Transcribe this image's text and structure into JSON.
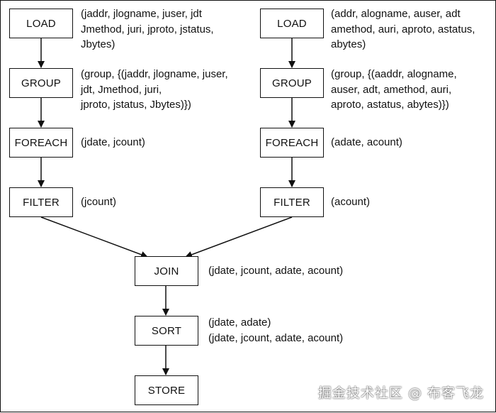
{
  "nodes": {
    "load_left": "LOAD",
    "group_left": "GROUP",
    "foreach_left": "FOREACH",
    "filter_left": "FILTER",
    "load_right": "LOAD",
    "group_right": "GROUP",
    "foreach_right": "FOREACH",
    "filter_right": "FILTER",
    "join": "JOIN",
    "sort": "SORT",
    "store": "STORE"
  },
  "notes": {
    "load_left": [
      "(jaddr, jlogname, juser, jdt",
      "Jmethod, juri, jproto, jstatus,",
      "Jbytes)"
    ],
    "group_left": [
      "(group, {(jaddr, jlogname, juser,",
      "jdt, Jmethod, juri,",
      "jproto, jstatus, Jbytes)})"
    ],
    "foreach_left": [
      "(jdate, jcount)"
    ],
    "filter_left": [
      "(jcount)"
    ],
    "load_right": [
      "(addr, alogname, auser, adt",
      "amethod, auri, aproto, astatus,",
      "abytes)"
    ],
    "group_right": [
      "(group, {(aaddr, alogname,",
      "auser, adt, amethod, auri,",
      "aproto, astatus, abytes)})"
    ],
    "foreach_right": [
      "(adate, acount)"
    ],
    "filter_right": [
      "(acount)"
    ],
    "join": [
      "(jdate, jcount, adate, acount)"
    ],
    "sort": [
      "(jdate, adate)",
      "(jdate, jcount, adate, acount)"
    ]
  },
  "watermark": "掘金技术社区 @ 布客飞龙",
  "colors": {
    "stroke": "#111111",
    "background": "#ffffff"
  }
}
